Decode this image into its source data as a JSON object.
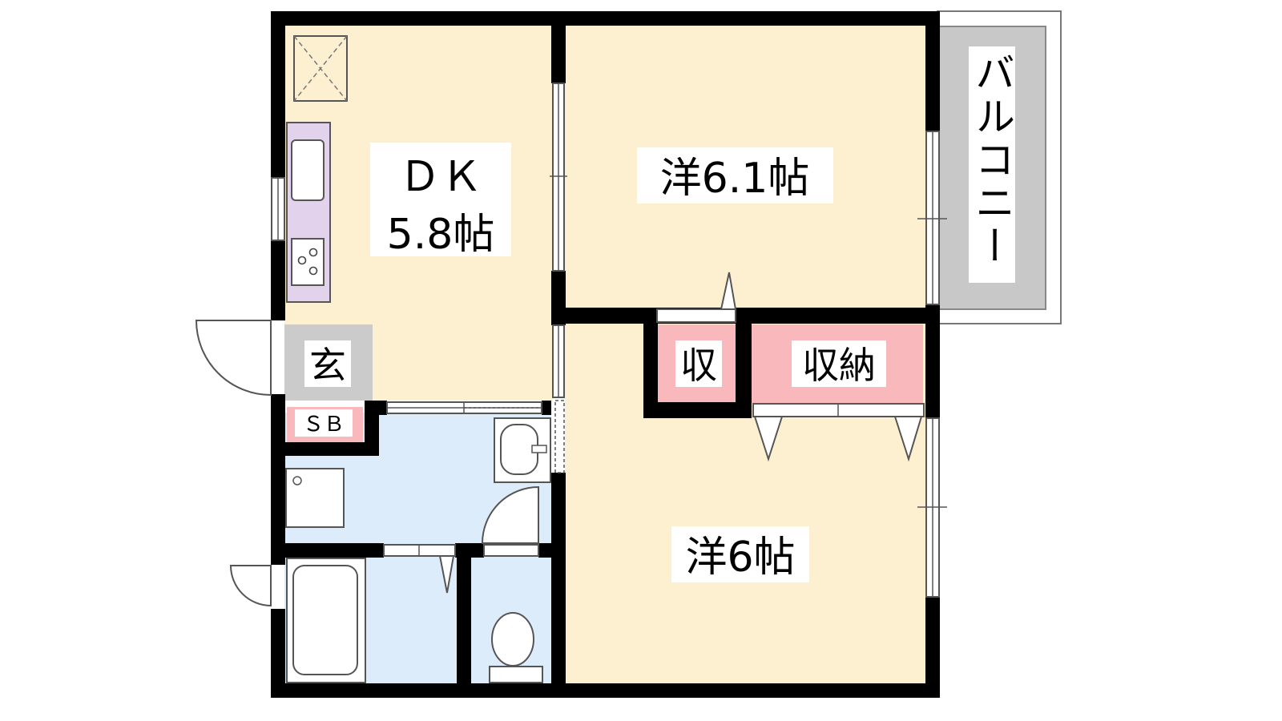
{
  "rooms": {
    "dk": {
      "line1": "ＤＫ",
      "line2": "5.8帖"
    },
    "western_a": {
      "label": "洋6.1帖"
    },
    "western_b": {
      "label": "洋6帖"
    },
    "balcony": {
      "label": "バルコニー"
    },
    "entrance": {
      "label": "玄"
    },
    "shoe_box": {
      "label": "ＳＢ"
    },
    "closet_small": {
      "label": "収"
    },
    "closet_storage": {
      "label": "収納"
    }
  },
  "colors": {
    "room": "#fdf0d0",
    "wet_area": "#ddecfb",
    "storage": "#f8b8bc",
    "entrance": "#cbcbcb",
    "kitchen": "#e3d2ec",
    "balcony": "#c8c8c8",
    "wall": "#000000"
  }
}
